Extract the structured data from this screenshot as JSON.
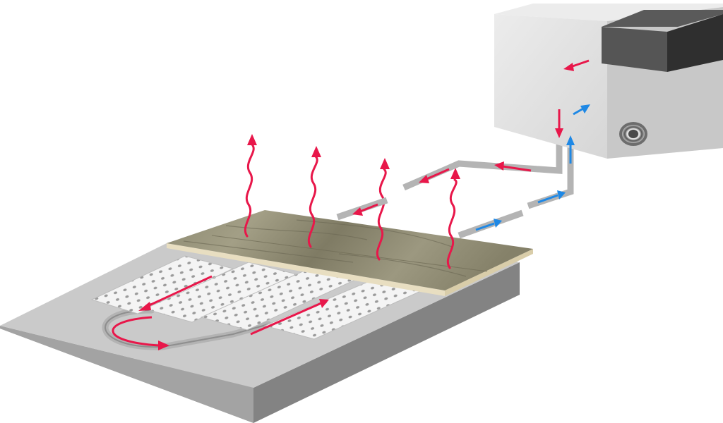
{
  "colors": {
    "background": "#ffffff",
    "slab_top": "#c9c9c9",
    "slab_front": "#9a9a9a",
    "slab_side": "#808080",
    "pipe": "#b4b4b4",
    "heat_mat": "#f2f2f2",
    "floor_board": "#8f8b72",
    "floor_edge": "#e6dcc0",
    "boiler_body": "#e2e2e2",
    "boiler_side": "#c6c6c6",
    "boiler_top": "#ececec",
    "boiler_cap": "#3a3a3a",
    "hot_flow": "#e8174a",
    "cold_return": "#1e88e5"
  },
  "icons": [
    "heat-wave-arrow-icon",
    "flow-direction-arrow-icon",
    "boiler-outlet-icon"
  ],
  "components": [
    "concrete-slab",
    "perforated-heating-mats",
    "heating-pipe-loop",
    "wood-floor-board",
    "boiler-unit",
    "supply-pipe",
    "return-pipe"
  ]
}
